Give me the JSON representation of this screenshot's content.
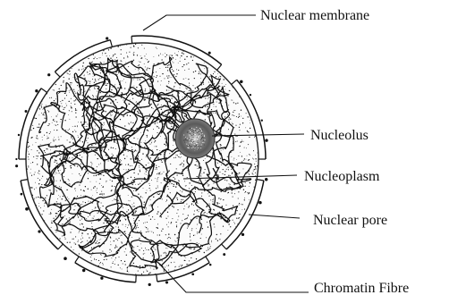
{
  "labels": {
    "nuclear_membrane": "Nuclear membrane",
    "nucleolus": "Nucleolus",
    "nucleoplasm": "Nucleoplasm",
    "nuclear_pore": "Nuclear  pore",
    "chromatin_fibre": "Chromatin Fibre"
  },
  "colors": {
    "ink": "#111111",
    "background": "#ffffff"
  }
}
